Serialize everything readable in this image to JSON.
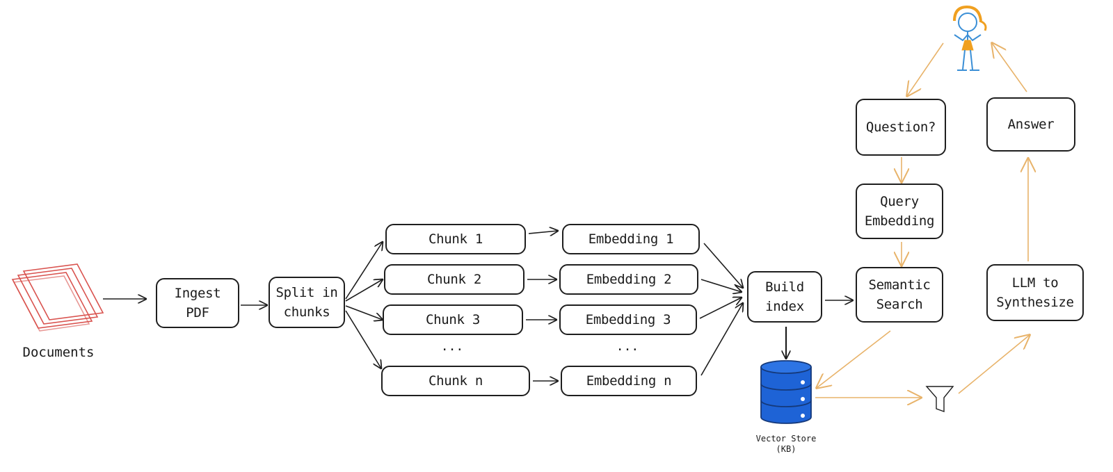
{
  "labels": {
    "documents": "Documents",
    "ingest": "Ingest\nPDF",
    "split": "Split in\nchunks",
    "chunk1": "Chunk 1",
    "chunk2": "Chunk 2",
    "chunk3": "Chunk 3",
    "chunk_ellipsis": "...",
    "chunkn": "Chunk n",
    "emb1": "Embedding 1",
    "emb2": "Embedding 2",
    "emb3": "Embedding 3",
    "emb_ellipsis": "...",
    "embn": "Embedding n",
    "build_index": "Build\nindex",
    "vector_store": "Vector Store\n(KB)",
    "question": "Question?",
    "query_embedding": "Query\nEmbedding",
    "semantic_search": "Semantic\nSearch",
    "answer": "Answer",
    "llm": "LLM to\nSynthesize"
  },
  "colors": {
    "ink": "#1e1e1e",
    "orange_arrow": "#e8b36a",
    "documents_red": "#d9534f",
    "db_blue": "#1e63d6",
    "person_orange": "#f0a020",
    "person_blue": "#3b8fd6"
  },
  "icons": {
    "documents": "stacked-documents-icon",
    "vector_store": "database-icon",
    "filter": "funnel-filter-icon",
    "user": "person-icon"
  }
}
